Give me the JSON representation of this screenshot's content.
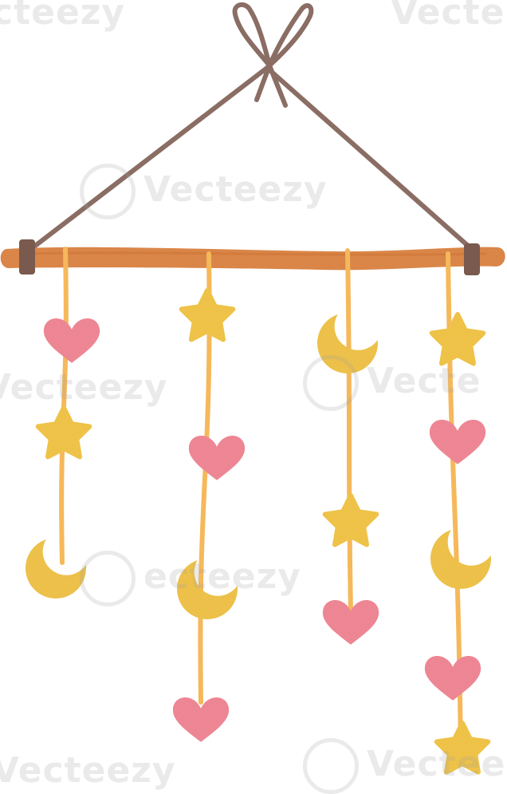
{
  "watermark": {
    "text": "Vecteezy",
    "fragments": [
      "cteezy",
      "Vecte",
      "Vecteezy",
      "Vecteezy",
      "Vecte",
      "ecteezy",
      "Vecteezy",
      "Vecteezy"
    ]
  },
  "colors": {
    "string": "#8a6d63",
    "stick": "#e08a4a",
    "wrap": "#7a5a4e",
    "ribbon": "#f5b85a",
    "star": "#f5c84a",
    "moon": "#f3c64c",
    "heart": "#f48a98"
  },
  "strands": [
    {
      "ornaments": [
        "heart",
        "star",
        "moon"
      ]
    },
    {
      "ornaments": [
        "star",
        "heart",
        "moon",
        "heart"
      ]
    },
    {
      "ornaments": [
        "moon",
        "star",
        "heart"
      ]
    },
    {
      "ornaments": [
        "star",
        "heart",
        "moon",
        "heart",
        "star"
      ]
    }
  ]
}
